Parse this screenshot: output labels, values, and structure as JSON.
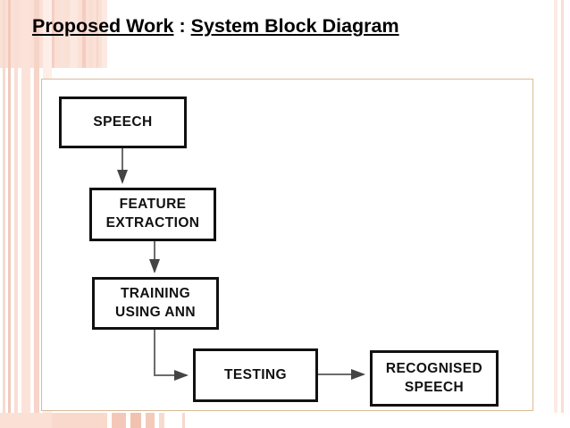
{
  "slide": {
    "title": {
      "part1": "Proposed Work",
      "separator": " : ",
      "part2": "System Block Diagram"
    },
    "theme": {
      "accent_pink": "#fbe0d6",
      "stripe_pink": "#f2c9bb",
      "frame_border": "#d9bb97",
      "box_border": "#111111",
      "text_color": "#000000",
      "connector_color": "#6b6b6b",
      "background": "#ffffff"
    }
  },
  "diagram": {
    "type": "flowchart",
    "nodes": [
      {
        "id": "speech",
        "label_lines": [
          "SPEECH"
        ]
      },
      {
        "id": "feature",
        "label_lines": [
          "FEATURE",
          "EXTRACTION"
        ]
      },
      {
        "id": "training",
        "label_lines": [
          "TRAINING",
          "USING ANN"
        ]
      },
      {
        "id": "testing",
        "label_lines": [
          "TESTING"
        ]
      },
      {
        "id": "recognised",
        "label_lines": [
          "RECOGNISED",
          "SPEECH"
        ]
      }
    ],
    "edges": [
      {
        "from": "speech",
        "to": "feature",
        "style": "vertical-arrow"
      },
      {
        "from": "feature",
        "to": "training",
        "style": "vertical-arrow"
      },
      {
        "from": "training",
        "to": "testing",
        "style": "elbow-down-right-arrow"
      },
      {
        "from": "testing",
        "to": "recognised",
        "style": "horizontal-arrow"
      }
    ]
  }
}
